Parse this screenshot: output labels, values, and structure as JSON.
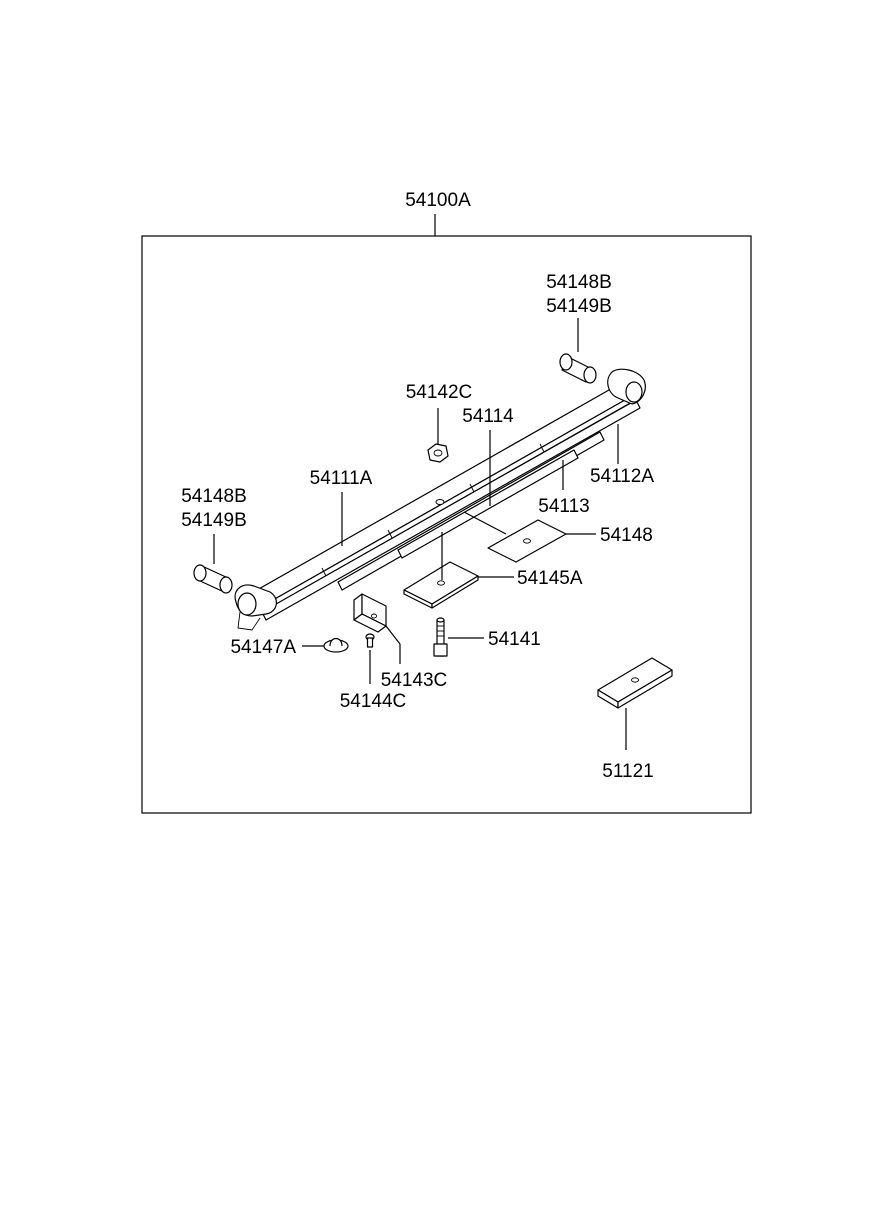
{
  "diagram": {
    "assembly_label": "54100A",
    "parts": {
      "bushing_top_a": "54148B",
      "bushing_top_b": "54149B",
      "nut": "54142C",
      "bolt_center": "54114",
      "main_leaf": "54111A",
      "second_leaf": "54112A",
      "third_leaf": "54113",
      "bushing_left_a": "54148B",
      "bushing_left_b": "54149B",
      "pad": "54148",
      "plate": "54145A",
      "clip_washer": "54147A",
      "bolt": "54141",
      "clip": "54143C",
      "clip_rivet": "54144C",
      "spacer_plate": "51121"
    }
  }
}
